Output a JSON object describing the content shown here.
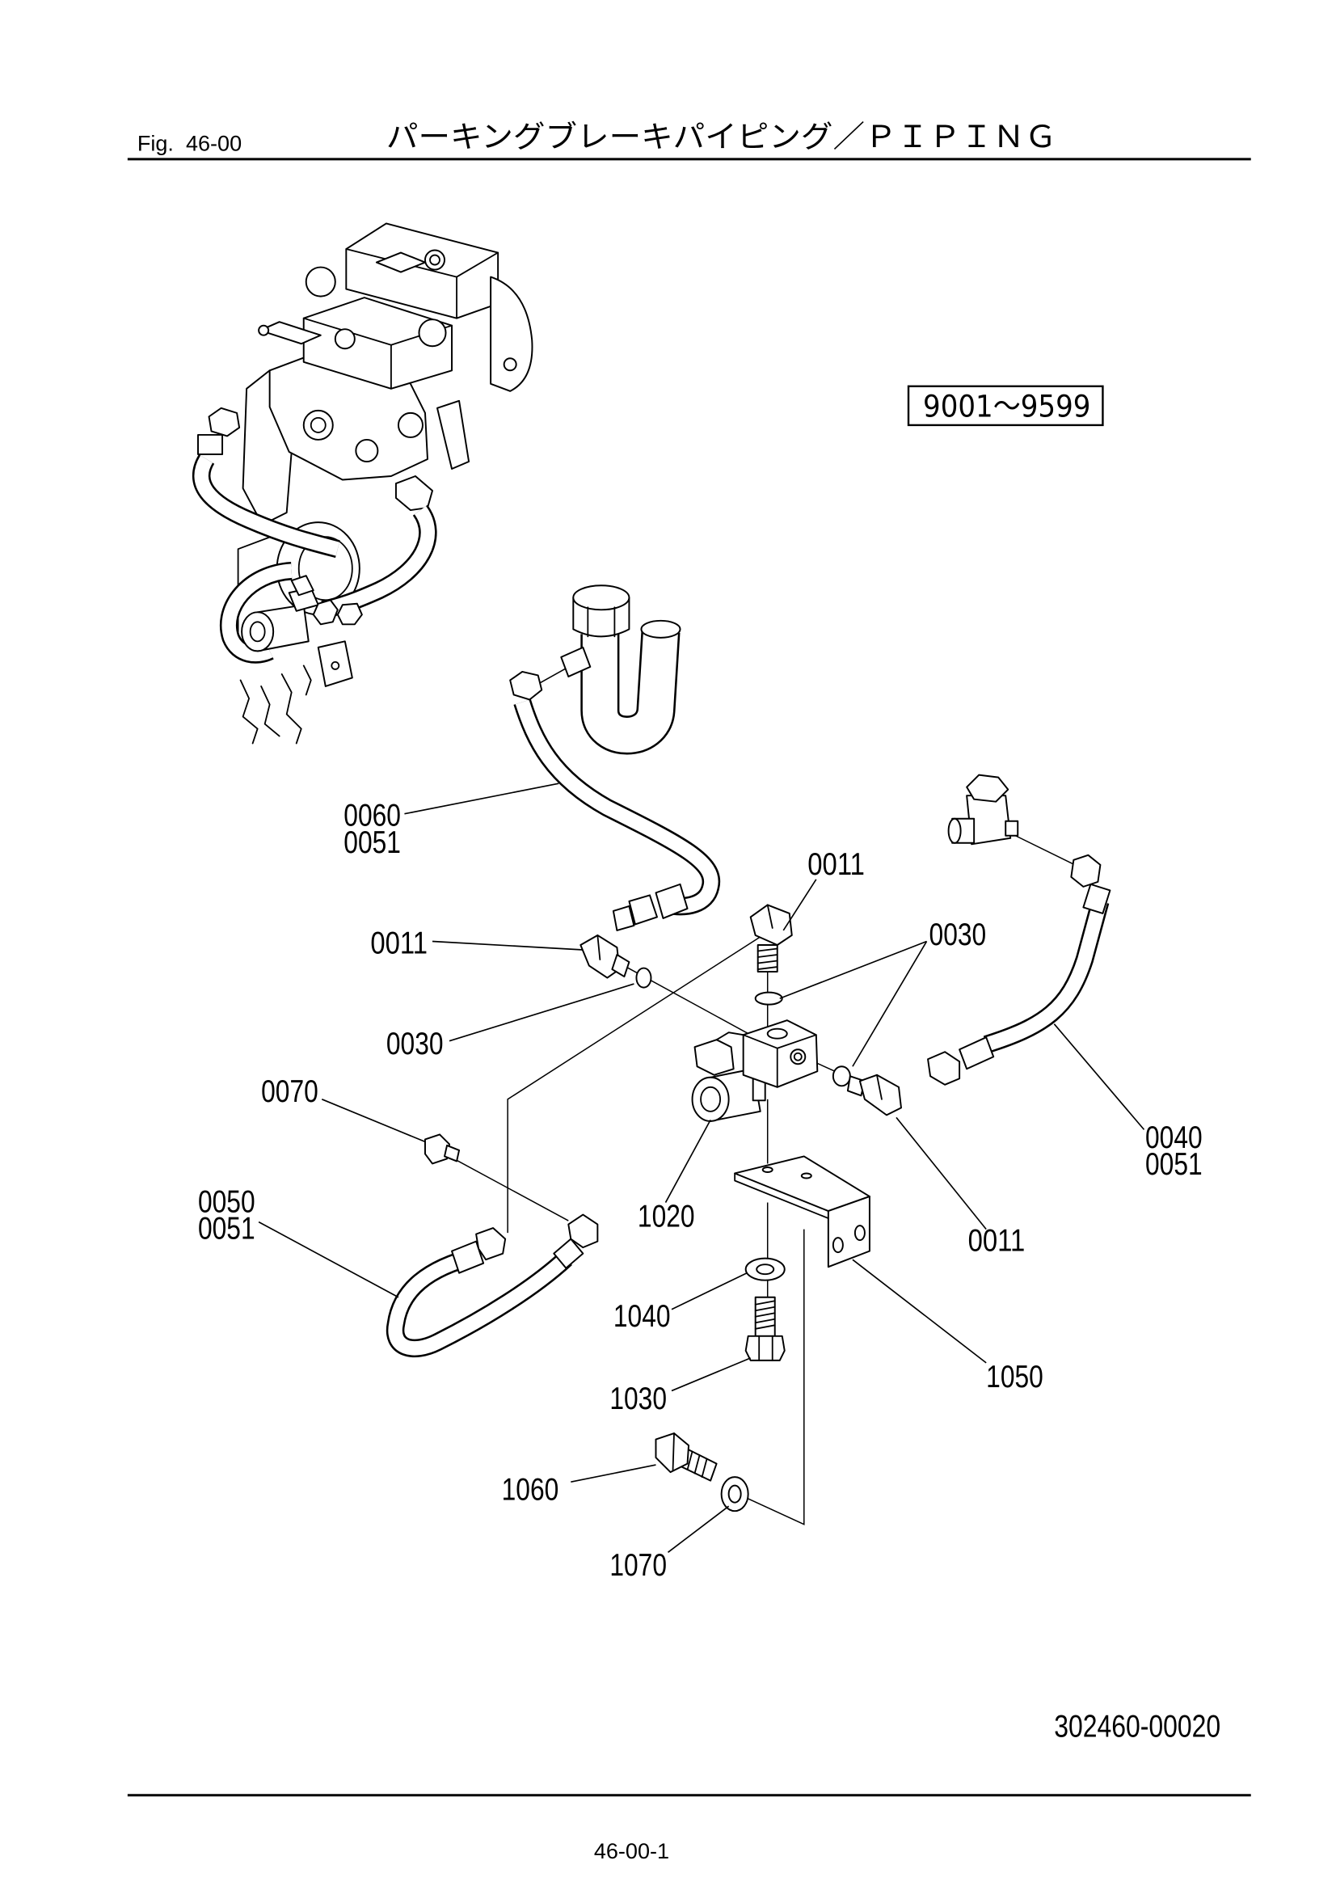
{
  "header": {
    "fig_label": "Fig.",
    "fig_number": "46-00",
    "title": "パーキングブレーキパイピング／ＰＩＰＩＮＧ"
  },
  "serial_range": "9001～9599",
  "callouts": [
    "0060",
    "0051",
    "0011",
    "0011",
    "0030",
    "0030",
    "0070",
    "0050",
    "0051",
    "1020",
    "0011",
    "0040",
    "0051",
    "1040",
    "1050",
    "1030",
    "1060",
    "1070"
  ],
  "drawing_number": "302460-00020",
  "page_number": "46-00-1"
}
